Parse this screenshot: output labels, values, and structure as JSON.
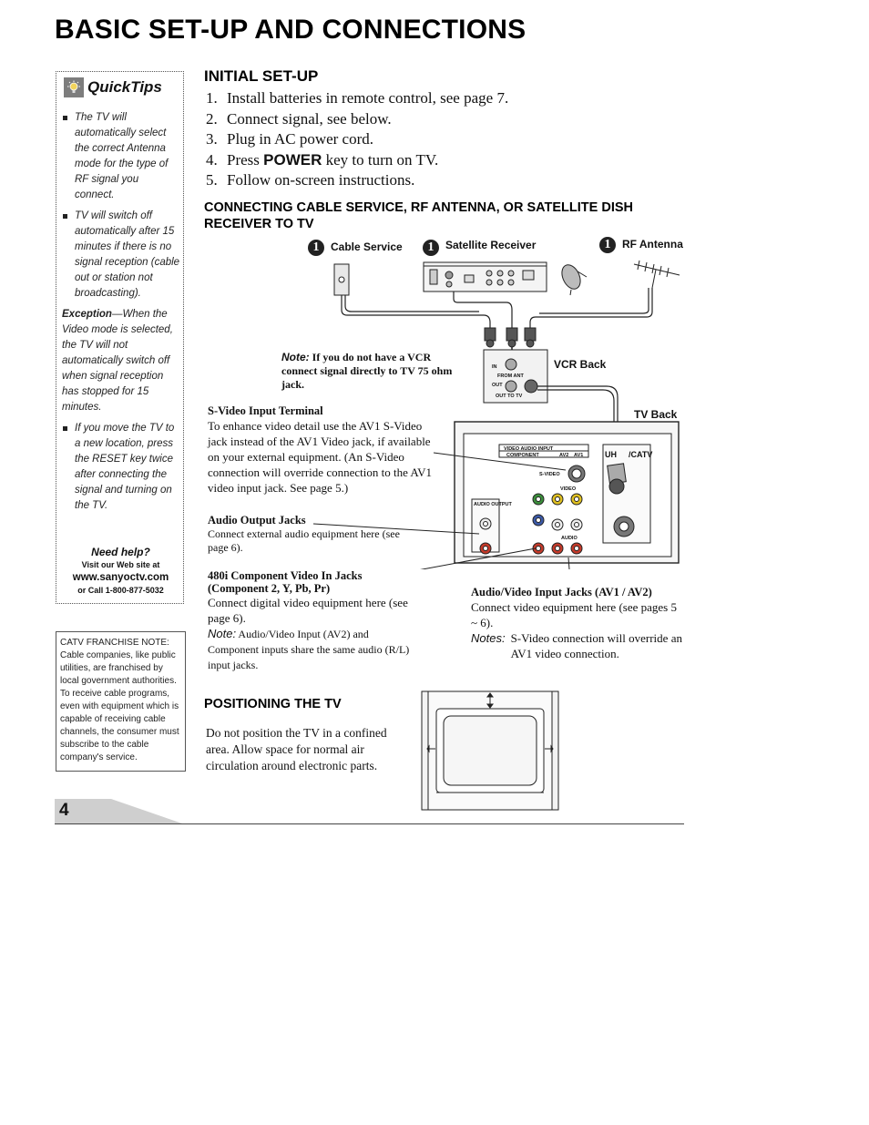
{
  "page": {
    "title": "BASIC SET-UP AND CONNECTIONS",
    "number": "4"
  },
  "quicktips": {
    "title": "QuickTips",
    "tips": [
      "The TV will automatically select the correct Antenna mode for the type of RF signal you connect.",
      "TV will switch off automatically after 15 minutes if there is no signal reception (cable out or station not broadcasting)."
    ],
    "exception_label": "Exception",
    "exception_text": "—When the Video mode is selected, the TV will not automatically switch off when signal reception has stopped for 15 minutes.",
    "tip3": "If you move the TV to a new location, press the RESET key twice after connecting the signal and turning on the TV.",
    "need_help": "Need help?",
    "visit": "Visit our Web site at",
    "url": "www.sanyoctv.com",
    "call": "or Call 1-800-877-5032"
  },
  "catv_note": "CATV FRANCHISE NOTE: Cable companies, like public utilities, are franchised by local government authorities. To receive cable programs, even with equipment which is capable of receiving cable channels, the consumer must subscribe to the cable company's service.",
  "initial_setup": {
    "heading": "INITIAL SET-UP",
    "steps": [
      {
        "num": "1.",
        "text": "Install batteries in remote control, see page 7."
      },
      {
        "num": "2.",
        "text": "Connect signal, see below."
      },
      {
        "num": "3.",
        "text": "Plug in AC power cord."
      },
      {
        "num": "4.",
        "pre": "Press ",
        "kw": "POWER",
        "post": " key to turn on TV."
      },
      {
        "num": "5.",
        "text": "Follow on-screen instructions."
      }
    ]
  },
  "connecting": {
    "heading": "CONNECTING CABLE SERVICE, RF ANTENNA, OR SATELLITE DISH RECEIVER TO TV",
    "sources": [
      {
        "num": "1",
        "label": "Cable Service"
      },
      {
        "num": "1",
        "label": "Satellite Receiver"
      },
      {
        "num": "1",
        "label": "RF Antenna"
      }
    ],
    "vcr_back": "VCR Back",
    "tv_back": "TV Back",
    "vcr_in": "IN",
    "vcr_out": "OUT",
    "vcr_from_ant": "FROM ANT",
    "vcr_out_to_tv": "OUT TO TV",
    "tv_panel_title": "VIDEO AUDIO INPUT",
    "tv_component": "COMPONENT",
    "tv_av2": "AV2",
    "tv_av1": "AV1",
    "tv_svideo": "S-VIDEO",
    "tv_video": "VIDEO",
    "tv_audio": "AUDIO",
    "tv_audio_output": "AUDIO OUTPUT",
    "tv_uhf": "UH",
    "tv_catv": "/CATV",
    "note_label": "Note:",
    "note_text": "If you do not have a VCR connect signal directly to TV 75 ohm jack."
  },
  "callouts": {
    "svideo_title": "S-Video Input Terminal",
    "svideo_text": "To enhance video detail use the AV1 S-Video jack instead of the AV1 Video jack, if available on your external equipment. (An S-Video connection will override connection to the AV1 video input jack. See page 5.)",
    "audio_out_title": "Audio Output Jacks",
    "audio_out_text": "Connect external audio equipment here (see page 6).",
    "component_title": "480i Component Video In Jacks (Component 2, Y, Pb, Pr)",
    "component_text": "Connect digital video equipment here (see page 6).",
    "component_note_label": "Note:",
    "component_note_text": "Audio/Video Input (AV2) and Component inputs share the same audio (R/L) input jacks.",
    "av_title": "Audio/Video Input Jacks (AV1 / AV2)",
    "av_text": "Connect video equipment here (see pages 5 ~ 6).",
    "av_notes_label": "Notes:",
    "av_notes_text": "S-Video connection will override an AV1 video connection."
  },
  "positioning": {
    "heading": "POSITIONING THE TV",
    "text": "Do not position the TV in a confined area. Allow space for normal air circulation around electronic parts."
  }
}
